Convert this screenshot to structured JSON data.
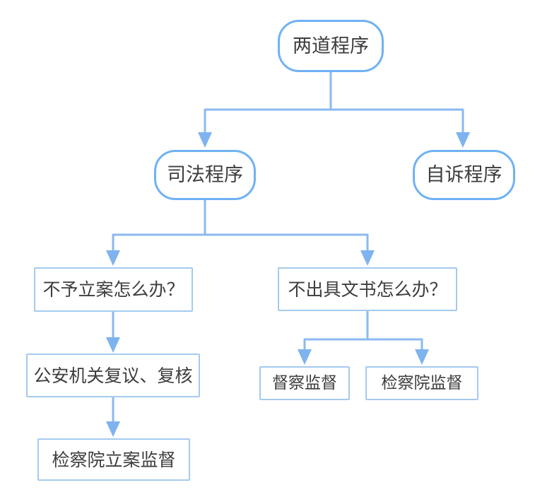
{
  "diagram": {
    "type": "flowchart",
    "colors": {
      "line": "#8abaf0",
      "arrow": "#7fb3ef",
      "stadium_border": "#6fb2f3",
      "rect_border": "#a5caef",
      "text": "#3d3d3d",
      "background": "#ffffff"
    },
    "nodes": {
      "root": {
        "label": "两道程序",
        "shape": "stadium"
      },
      "judicial": {
        "label": "司法程序",
        "shape": "stadium"
      },
      "private": {
        "label": "自诉程序",
        "shape": "stadium"
      },
      "no_filing": {
        "label": "不予立案怎么办？",
        "shape": "rect"
      },
      "no_document": {
        "label": "不出具文书怎么办？",
        "shape": "rect"
      },
      "review": {
        "label": "公安机关复议、复核",
        "shape": "rect"
      },
      "proc_filing": {
        "label": "检察院立案监督",
        "shape": "rect"
      },
      "inspector": {
        "label": "督察监督",
        "shape": "rect"
      },
      "proc_sup": {
        "label": "检察院监督",
        "shape": "rect"
      }
    },
    "edges": [
      {
        "from": "root",
        "to": "judicial"
      },
      {
        "from": "root",
        "to": "private"
      },
      {
        "from": "judicial",
        "to": "no_filing"
      },
      {
        "from": "judicial",
        "to": "no_document"
      },
      {
        "from": "no_filing",
        "to": "review"
      },
      {
        "from": "review",
        "to": "proc_filing"
      },
      {
        "from": "no_document",
        "to": "inspector"
      },
      {
        "from": "no_document",
        "to": "proc_sup"
      }
    ]
  }
}
